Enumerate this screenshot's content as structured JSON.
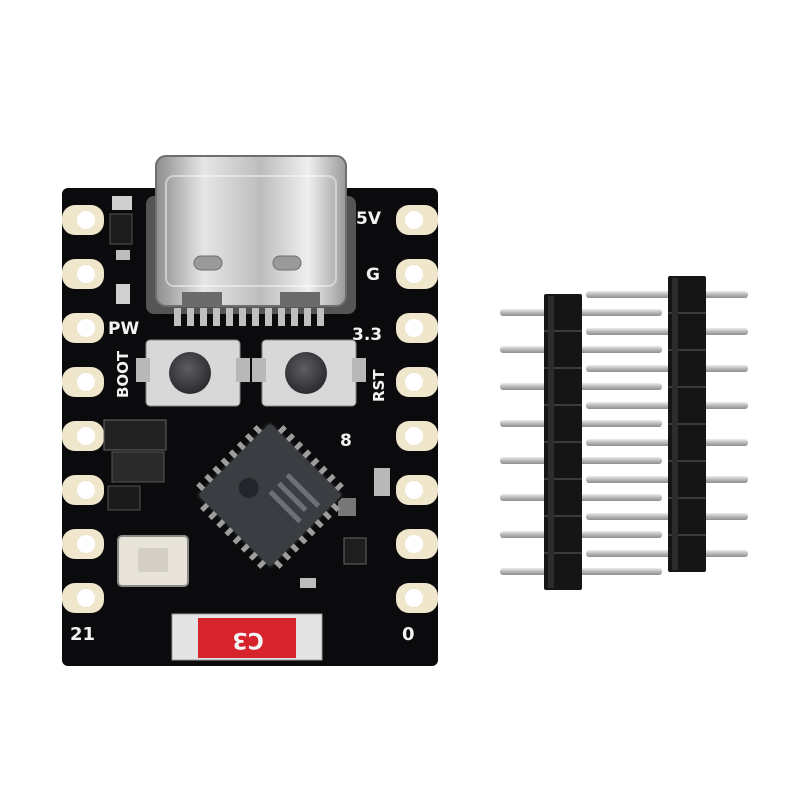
{
  "board": {
    "labels": {
      "v5": "5V",
      "g": "G",
      "pw": "PW",
      "v33": "3.3",
      "boot": "BOOT",
      "rst": "RST",
      "pin8": "8",
      "pin21": "21",
      "pin0": "0",
      "chip_badge": "C3"
    },
    "pcb_color": "#0b0b0d",
    "pad_color": "#efe6cc",
    "badge_color": "#d6232c"
  },
  "headers": {
    "strips": 2,
    "pins_per_strip": 8,
    "plastic_color": "#151515",
    "pin_color": "#c9c9c9"
  }
}
